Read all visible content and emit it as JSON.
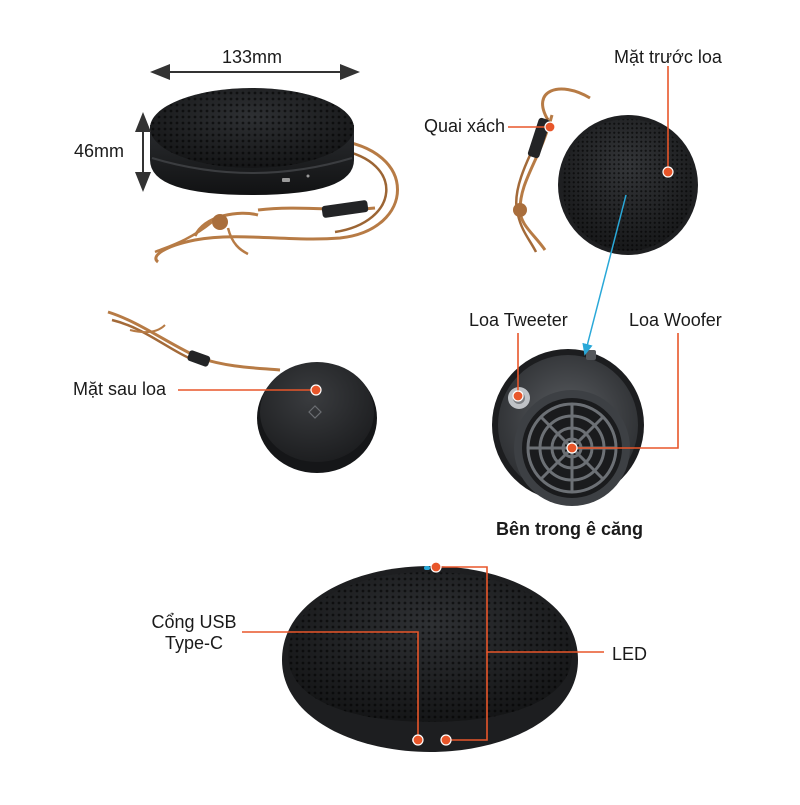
{
  "labels": {
    "width_dim": "133mm",
    "height_dim": "46mm",
    "front_face": "Mặt trước loa",
    "strap": "Quai xách",
    "back_face": "Mặt sau loa",
    "tweeter": "Loa Tweeter",
    "woofer": "Loa Woofer",
    "inside_caption": "Bên trong ê căng",
    "usb_port_line1": "Cổng USB",
    "usb_port_line2": "Type-C",
    "led": "LED"
  },
  "colors": {
    "callout": "#e8562a",
    "link_arrow": "#29a8d8",
    "speaker_body": "#2b2d30",
    "strap": "#b77b45"
  }
}
